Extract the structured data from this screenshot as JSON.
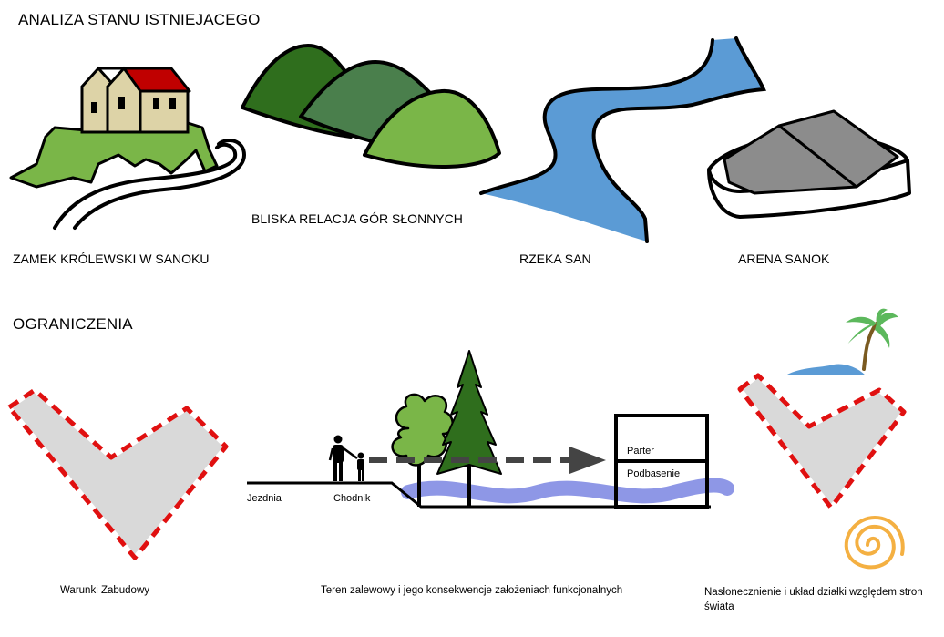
{
  "sections": {
    "existing": {
      "heading": "ANALIZA STANU ISTNIEJACEGO",
      "items": [
        {
          "label": "ZAMEK KRÓLEWSKI W SANOKU",
          "icon": "castle-hill-icon"
        },
        {
          "label": "BLISKA RELACJA GÓR SŁONNYCH",
          "icon": "mountains-icon"
        },
        {
          "label": "RZEKA SAN",
          "icon": "river-icon"
        },
        {
          "label": "ARENA SANOK",
          "icon": "arena-icon"
        }
      ]
    },
    "constraints": {
      "heading": "OGRANICZENIA",
      "items": [
        {
          "caption": "Warunki Zabudowy",
          "icon": "building-plot-outline-icon"
        },
        {
          "caption": "Teren zalewowy i jego konsekwencje założeniach funkcjonalnych",
          "icon": "flood-section-icon"
        },
        {
          "caption": "Nasłonecznienie i układ działki względem stron świata",
          "icon": "sun-orientation-icon"
        }
      ],
      "section_labels": {
        "road": "Jezdnia",
        "sidewalk": "Chodnik",
        "ground_floor": "Parter",
        "basement": "Podbasenie"
      }
    }
  },
  "colors": {
    "light_green": "#7ab648",
    "mid_green": "#4a7f4c",
    "dark_green": "#2f6e1d",
    "river_blue": "#5b9bd5",
    "flood_blue": "#8e97e6",
    "roof_red": "#c00000",
    "walls": "#ddd3a7",
    "arena_gray": "#8c8c8c",
    "plot_gray": "#d9d9d9",
    "dash_red": "#e01010",
    "sun_orange": "#f4b042"
  }
}
